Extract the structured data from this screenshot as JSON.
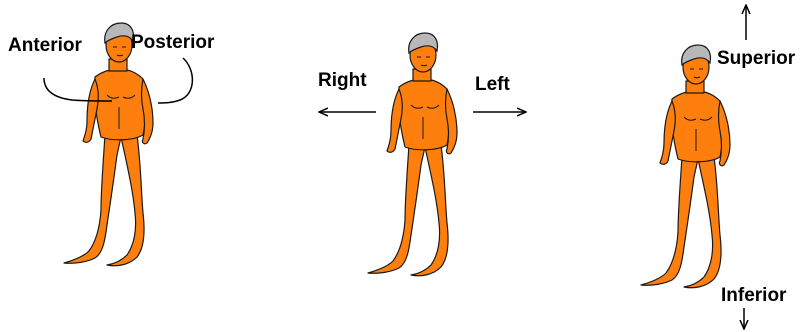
{
  "labels": {
    "anterior": "Anterior",
    "posterior": "Posterior",
    "right": "Right",
    "left": "Left",
    "superior": "Superior",
    "inferior": "Inferior"
  },
  "colors": {
    "body": "#ff7f0e",
    "outline": "#1a1a1a",
    "hair": "#b8b8b8",
    "arrow": "#000000"
  },
  "icons": {
    "figure": "human-figure-icon",
    "arrow": "arrow-icon"
  }
}
